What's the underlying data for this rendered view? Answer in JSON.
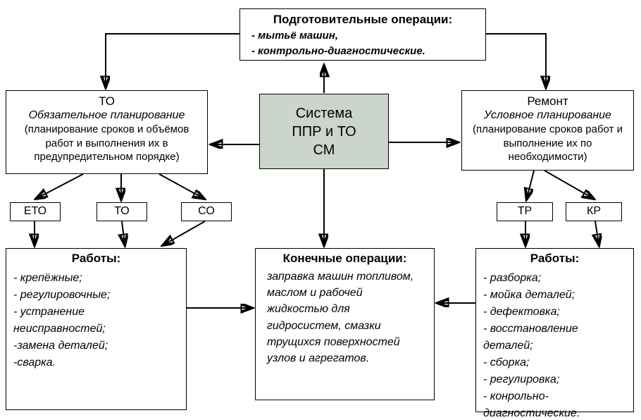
{
  "diagram": {
    "prep": {
      "title": "Подготовительные операции:",
      "items": [
        "- мытьё машин,",
        "- контрольно-диагностические."
      ]
    },
    "system": {
      "label": "Система ППР и ТО СМ",
      "bg_color": "#ccd5cb"
    },
    "to": {
      "title": "ТО",
      "subtitle": "Обязательное планирование",
      "body": "(планирование сроков и объёмов работ и выполнения их в предупредительном порядке)"
    },
    "repair": {
      "title": "Ремонт",
      "subtitle": "Условное планирование",
      "body": "(планирование сроков работ и выполнение их по необходимости)"
    },
    "to_types": [
      "ЕТО",
      "ТО",
      "СО"
    ],
    "repair_types": [
      "ТР",
      "КР"
    ],
    "works_left": {
      "title": "Работы:",
      "items": [
        "- крепёжные;",
        "- регулировочные;",
        "- устранение неисправностей;",
        "-замена деталей;",
        "-сварка."
      ]
    },
    "final_ops": {
      "title": "Конечные операции:",
      "body": "заправка машин топливом, маслом и рабочей жидкостью для гидросистем, смазки трущихся поверхностей узлов и агрегатов."
    },
    "works_right": {
      "title": "Работы:",
      "items": [
        "- разборка;",
        "- мойка деталей;",
        "- дефектовка;",
        "- восстановление деталей;",
        "- сборка;",
        "- регулировка;",
        "- конрольно-диагностические."
      ]
    },
    "colors": {
      "line": "#000000",
      "border": "#000000",
      "background": "#ffffff"
    }
  }
}
